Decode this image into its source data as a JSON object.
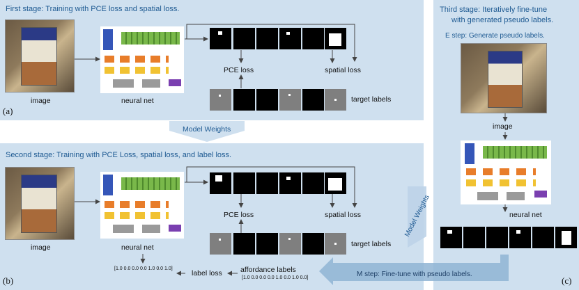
{
  "stage1": {
    "title": "First stage: Training with PCE loss and spatial loss.",
    "image_label": "image",
    "net_label": "neural net",
    "pce_label": "PCE loss",
    "spatial_label": "spatial loss",
    "target_label": "target labels",
    "panel_letter": "(a)"
  },
  "weights_between": "Model Weights",
  "stage2": {
    "title": "Second stage: Training with PCE Loss, spatial loss, and label loss.",
    "image_label": "image",
    "net_label": "neural net",
    "pce_label": "PCE loss",
    "spatial_label": "spatial loss",
    "target_label": "target labels",
    "pred_vector": "[1.0 0.0 0.0 0.0 1.0 0.0 1.0]",
    "label_loss": "label loss",
    "affordance_label": "affordance labels",
    "affordance_vector": "[1.0 0.0 0.0 0.0 1.0 0.0 1.0 0.0]",
    "panel_letter": "(b)"
  },
  "weights_diag": "Model Weights",
  "stage3": {
    "title_line1": "Third stage: Iteratively fine-tune",
    "title_line2": "with generated pseudo labels.",
    "estep": "E step: Generate pseudo labels.",
    "image_label": "image",
    "net_label": "neural net",
    "mstep": "M step: Fine-tune with pseudo labels.",
    "panel_letter": "(c)"
  },
  "colors": {
    "panel": "#cfe0ef",
    "stage_title": "#1e5a92",
    "arrow_band": "#8fb4d4"
  }
}
